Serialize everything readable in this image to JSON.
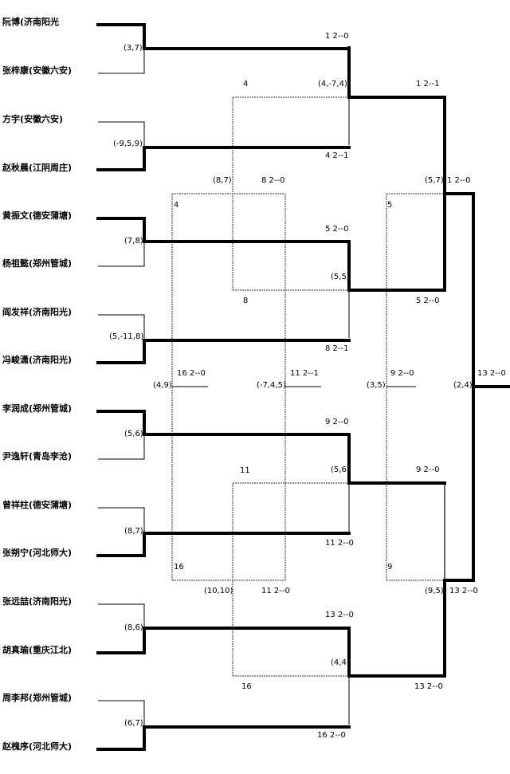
{
  "players": [
    "阮博(济南阳光",
    "张梓康(安徽六安)",
    "方宇(安徽六安)",
    "赵秋晨(江阴周庄)",
    "黄振文(德安蒲塘)",
    "杨祖懿(郑州管城)",
    "阎发祥(济南阳光)",
    "冯峻潇(济南阳光)",
    "李润成(郑州管城)",
    "尹逸轩(青岛李沧)",
    "曾祥柱(德安蒲塘)",
    "张朔宁(河北师大)",
    "张远喆(济南阳光)",
    "胡真瑜(重庆江北)",
    "周李邦(郑州管城)",
    "赵槐序(河北师大)"
  ],
  "round1_scores": [
    "(3,7)",
    "(-9,5,9)",
    "(7,8)",
    "(5,-11,8)",
    "(5,6)",
    "(8,7)",
    "(8,6)",
    "(6,7)"
  ],
  "round1_results": [
    "1 2--0",
    "4 2--1",
    "5 2--0",
    "8 2--1",
    "9 2--0",
    "11 2--0",
    "13 2--0",
    "16 2--0"
  ],
  "round2_scores": [
    "(4,-7,4)",
    "(5,5)",
    "(5,6)",
    "(4,4)"
  ],
  "round2_results": [
    "1 2--1",
    "5 2--0",
    "9 2--0",
    "13 2--0"
  ],
  "round3_scores": [
    "(5,7)",
    "(9,5)"
  ],
  "round3_results": [
    "1 2--0",
    "13 2--0"
  ],
  "final": {
    "score": "(2,4)",
    "result": "13 2--0"
  },
  "loser_box_a": {
    "top_seed": "4",
    "bottom_seed": "8",
    "inner_top": "4",
    "inner_bottom": "16",
    "outer_score": "(8,7)",
    "outer_result": "8 2--0",
    "center_score": "(4,9)",
    "center_result": "16 2--0",
    "right_score": "(-7,4,5)",
    "right_result": "11 2--1"
  },
  "loser_box_b": {
    "top_seed": "11",
    "bottom_seed": "16",
    "outer_score": "(10,10)",
    "outer_result": "11 2--0"
  },
  "loser_box_c": {
    "top_seed": "5",
    "bottom_seed": "9",
    "center_score": "(3,5)",
    "center_result": "9 2--0"
  }
}
